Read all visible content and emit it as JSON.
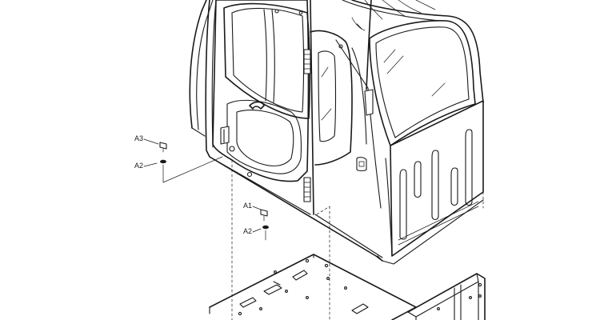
{
  "callouts": {
    "a3": "A3",
    "a2_left": "A2",
    "a1": "A1",
    "a2_right": "A2"
  }
}
